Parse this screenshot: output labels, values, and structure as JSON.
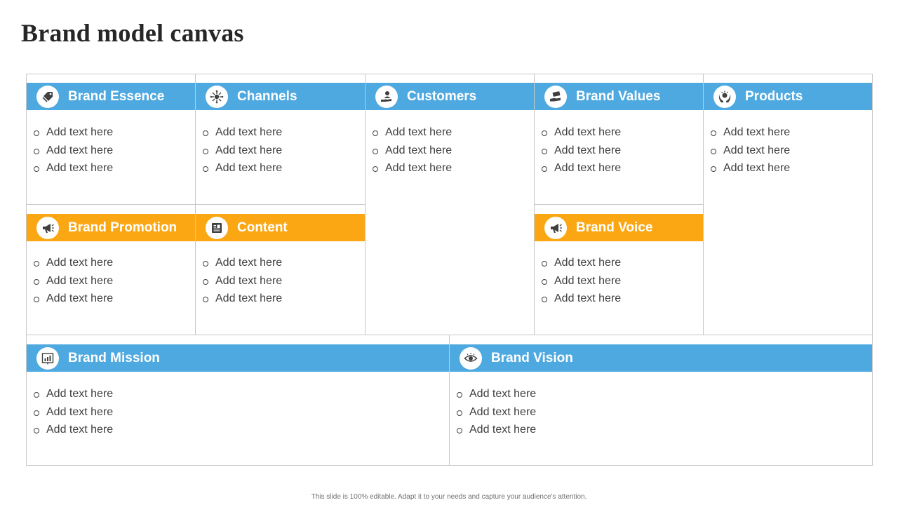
{
  "title": "Brand model canvas",
  "footer": "This slide is 100% editable. Adapt it to your needs and capture your audience's attention.",
  "colors": {
    "header_blue": "#4EA9E0",
    "header_orange": "#FBA714",
    "border": "#C8C8C8",
    "title": "#262626"
  },
  "blocks": {
    "brand_essence": {
      "label": "Brand Essence",
      "icon": "tag-icon",
      "items": [
        "Add text here",
        "Add text here",
        "Add text here"
      ]
    },
    "channels": {
      "label": "Channels",
      "icon": "network-icon",
      "items": [
        "Add text here",
        "Add text here",
        "Add text here"
      ]
    },
    "customers": {
      "label": "Customers",
      "icon": "hand-user-icon",
      "items": [
        "Add text here",
        "Add text here",
        "Add text here"
      ]
    },
    "brand_values": {
      "label": "Brand Values",
      "icon": "hand-money-icon",
      "items": [
        "Add text here",
        "Add text here",
        "Add text here"
      ]
    },
    "products": {
      "label": "Products",
      "icon": "hands-product-icon",
      "items": [
        "Add text here",
        "Add text here",
        "Add text here"
      ]
    },
    "brand_promotion": {
      "label": "Brand Promotion",
      "icon": "megaphone-icon",
      "items": [
        "Add text here",
        "Add text here",
        "Add text here"
      ]
    },
    "content": {
      "label": "Content",
      "icon": "document-icon",
      "items": [
        "Add text here",
        "Add text here",
        "Add text here"
      ]
    },
    "brand_voice": {
      "label": "Brand Voice",
      "icon": "megaphone-icon",
      "items": [
        "Add text here",
        "Add text here",
        "Add text here"
      ]
    },
    "brand_mission": {
      "label": "Brand Mission",
      "icon": "chart-board-icon",
      "items": [
        "Add text here",
        "Add text here",
        "Add text here"
      ]
    },
    "brand_vision": {
      "label": "Brand Vision",
      "icon": "eye-icon",
      "items": [
        "Add text here",
        "Add text here",
        "Add text here"
      ]
    }
  }
}
